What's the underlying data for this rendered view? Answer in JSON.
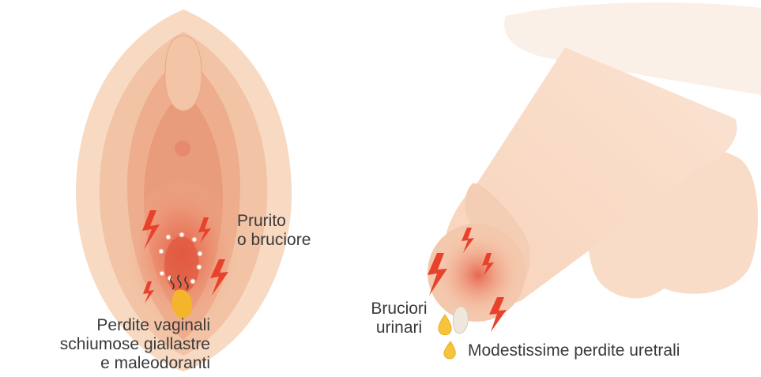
{
  "labels": {
    "female_symptom_itch": [
      "Prurito",
      "o bruciore"
    ],
    "female_symptom_discharge": [
      "Perdite vaginali",
      "schiumose giallastre",
      "e maleodoranti"
    ],
    "male_symptom_burning": [
      "Bruciori",
      "urinari"
    ],
    "male_symptom_discharge": "Modestissime perdite uretrali"
  },
  "colors": {
    "skin_light": "#f8d9c2",
    "skin_mid": "#f2bc9d",
    "skin_dark": "#e89f7d",
    "inflammation": "#e85a3c",
    "lightning": "#e8412c",
    "discharge": "#f5b52a",
    "text": "#3a3a3a"
  },
  "icons": [
    "lightning-icon",
    "drop-icon",
    "odor-wave-icon",
    "bubble-icon"
  ]
}
